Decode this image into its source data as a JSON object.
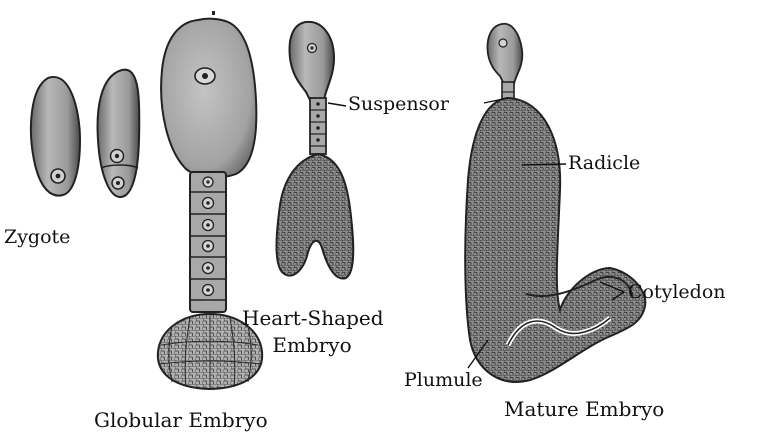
{
  "labels": {
    "zygote": "Zygote",
    "suspensor": "Suspensor",
    "radicle": "Radicle",
    "cotyledon": "Cotyledon",
    "heart_line1": "Heart-Shaped",
    "heart_line2": "Embryo",
    "plumule": "Plumule",
    "globular": "Globular Embryo",
    "mature": "Mature Embryo"
  }
}
